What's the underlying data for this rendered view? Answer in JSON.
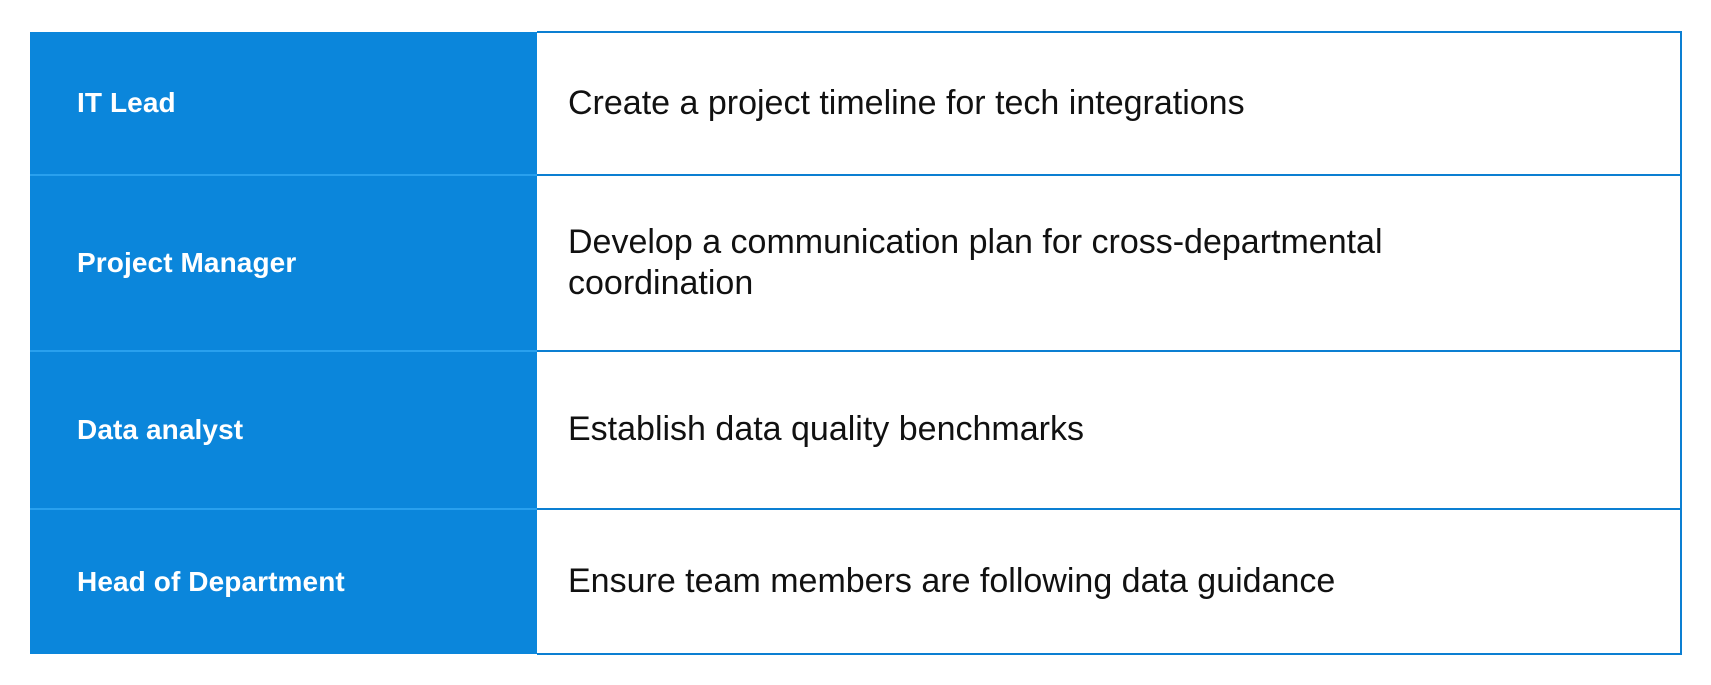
{
  "table": {
    "columns": [
      {
        "key": "role",
        "header_visible": false
      },
      {
        "key": "task",
        "header_visible": false
      }
    ],
    "rows": [
      {
        "role": "IT Lead",
        "task": "Create a project timeline for tech integrations"
      },
      {
        "role": "Project Manager",
        "task": "Develop a communication plan for cross-departmental coordination"
      },
      {
        "role": "Data analyst",
        "task": "Establish data quality benchmarks"
      },
      {
        "role": "Head of Department",
        "task": "Ensure team members are following data guidance"
      }
    ]
  },
  "colors": {
    "role_cell_background": "#0b86db",
    "role_cell_text": "#ffffff",
    "role_divider": "#29a0ee",
    "task_cell_background": "#ffffff",
    "task_cell_text": "#111111",
    "task_border": "#0c7fd2",
    "page_background": "#ffffff"
  }
}
